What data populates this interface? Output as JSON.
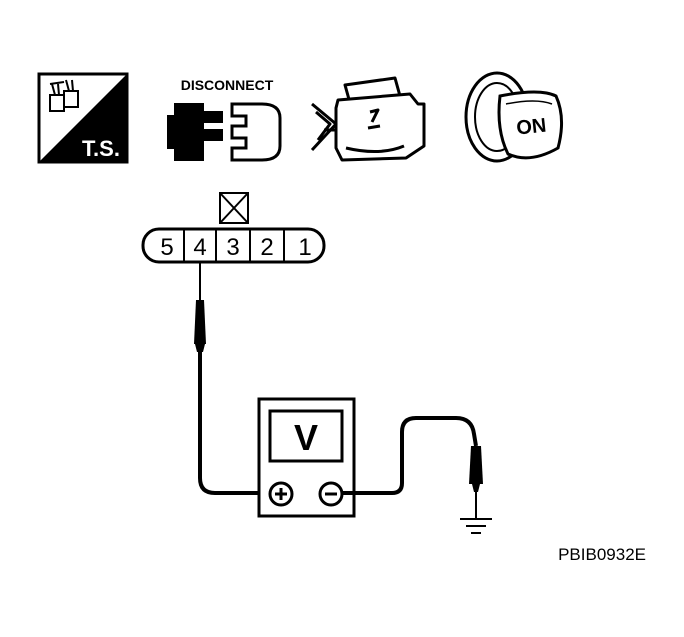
{
  "icons": {
    "ts_label": "T.S.",
    "disconnect_label": "DISCONNECT",
    "ignition_label": "ON"
  },
  "connector": {
    "pins": [
      "5",
      "4",
      "3",
      "2",
      "1"
    ]
  },
  "voltmeter": {
    "label": "V"
  },
  "figure_code": "PBIB0932E"
}
